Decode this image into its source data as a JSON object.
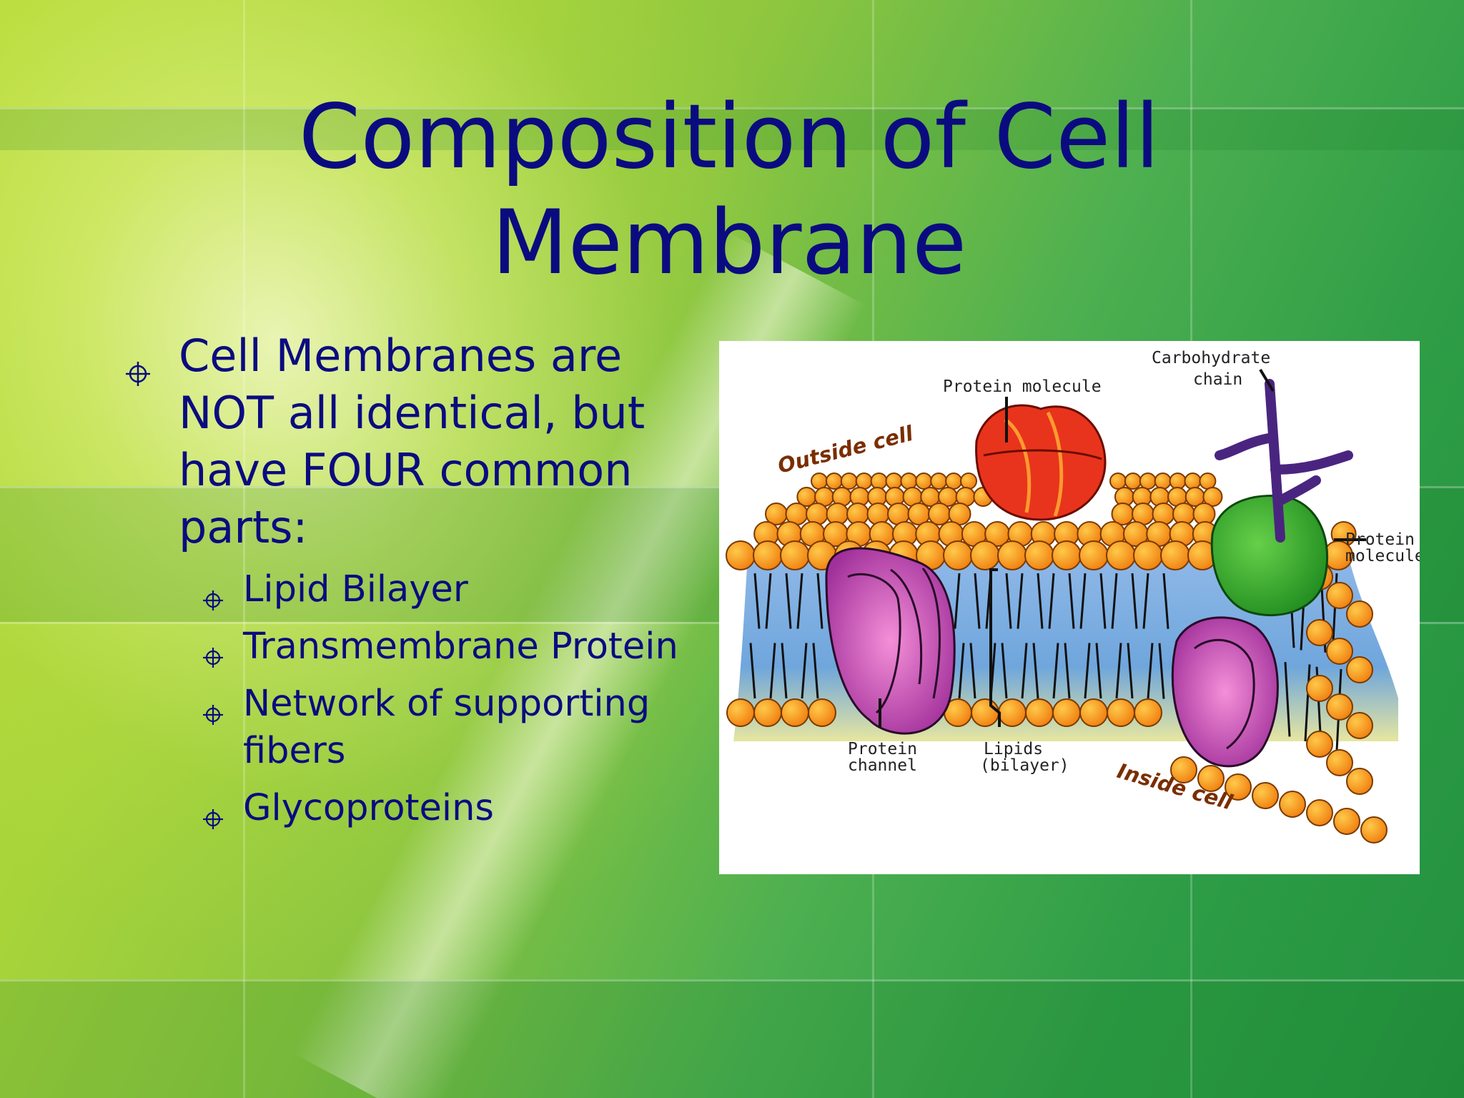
{
  "slide": {
    "title": "Composition of Cell Membrane",
    "bullet": "Cell Membranes are NOT all identical, but have FOUR common parts:",
    "subbullets": [
      "Lipid Bilayer",
      "Transmembrane Protein",
      "Network of supporting fibers",
      "Glycoproteins"
    ]
  },
  "diagram": {
    "labels": {
      "carbohydrate_1": "Carbohydrate",
      "carbohydrate_2": "chain",
      "protein_top": "Protein molecule",
      "outside": "Outside cell",
      "protein_right_1": "Protein",
      "protein_right_2": "molecule",
      "channel_1": "Protein",
      "channel_2": "channel",
      "lipids_1": "Lipids",
      "lipids_2": "(bilayer)",
      "inside": "Inside cell"
    }
  },
  "colors": {
    "title_text": "#0b0b80",
    "lipid_head": "#f7941d",
    "protein_red": "#e8341c",
    "protein_green": "#2fa82f",
    "channel_magenta": "#b83fa0",
    "carbohydrate": "#5b2d8e"
  },
  "icons": {
    "bullet": "crosshair-circle-icon"
  }
}
